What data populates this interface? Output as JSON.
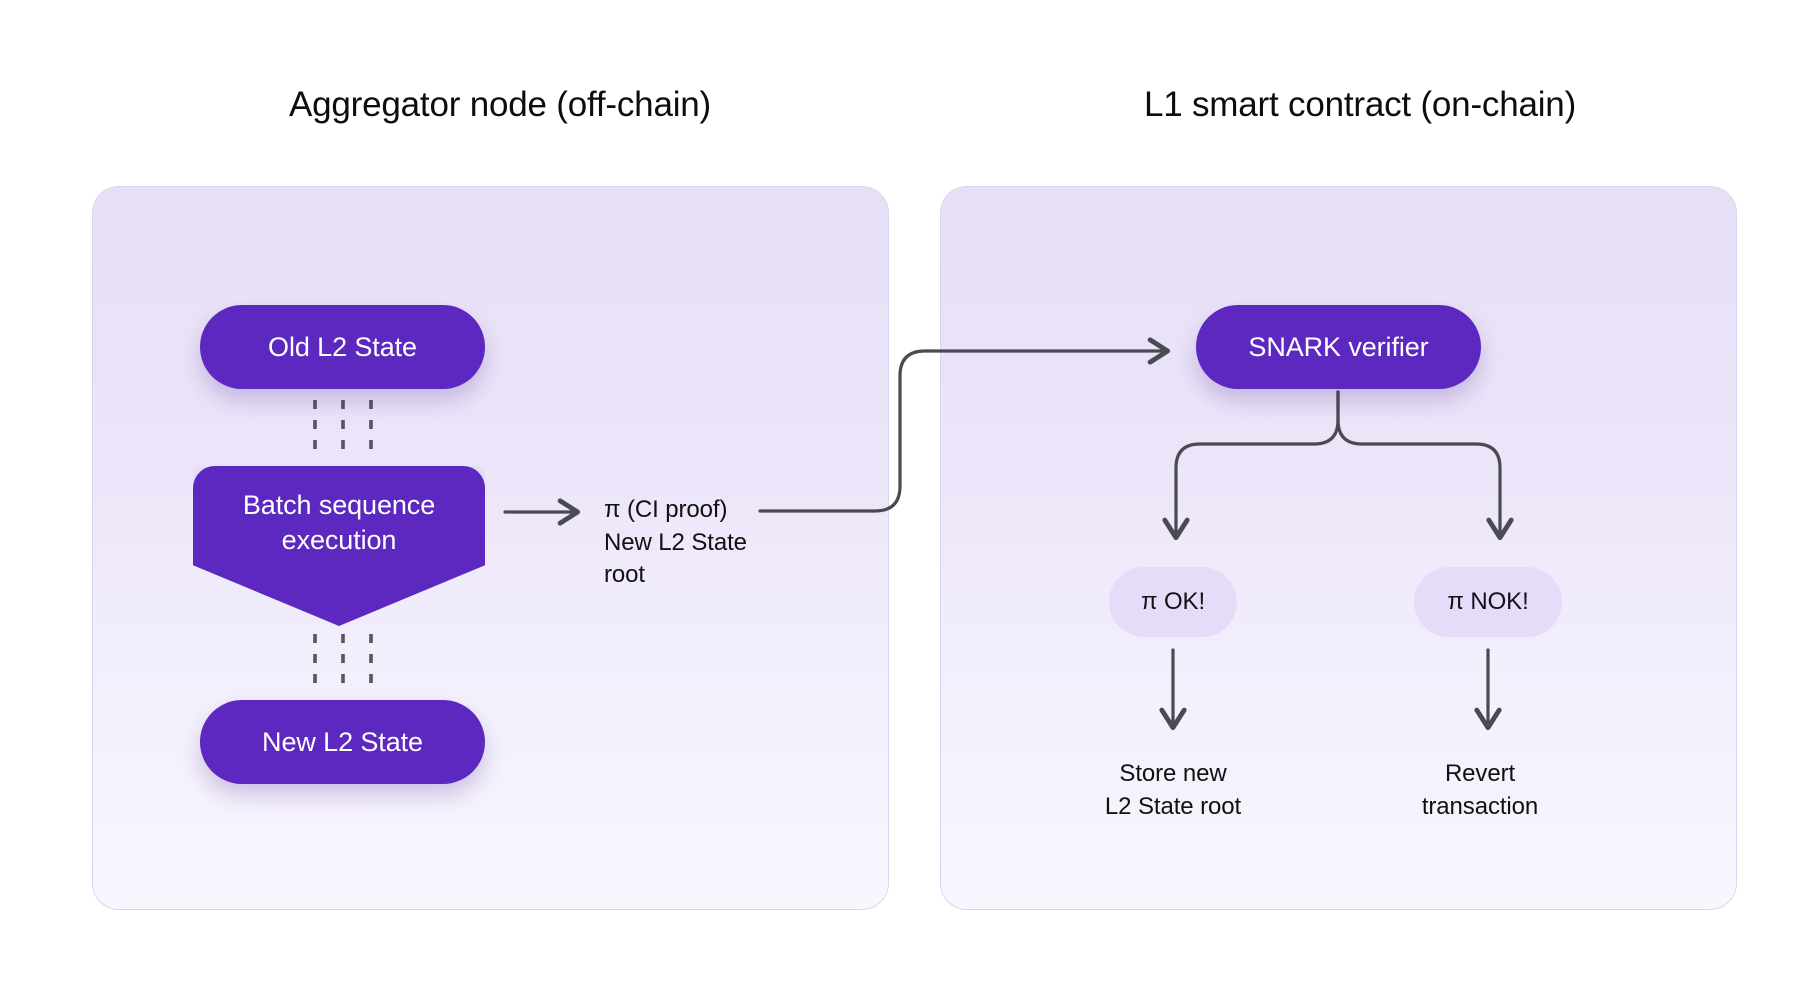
{
  "panels": [
    {
      "id": "aggregator",
      "title": "Aggregator node (off-chain)",
      "nodes": [
        {
          "id": "old-l2-state",
          "label": "Old L2 State",
          "shape": "pill",
          "fill": "#5c28bf",
          "text_color": "#ffffff"
        },
        {
          "id": "batch-sequence-execution",
          "label": "Batch sequence\nexecution",
          "line1": "Batch sequence",
          "line2": "execution",
          "shape": "pentagon-down",
          "fill": "#5c28bf",
          "text_color": "#ffffff"
        },
        {
          "id": "new-l2-state",
          "label": "New L2 State",
          "shape": "pill",
          "fill": "#5c28bf",
          "text_color": "#ffffff"
        }
      ],
      "annotations": [
        {
          "id": "proof-output",
          "line1": "π (CI proof)",
          "line2": "New L2 State",
          "line3": "root"
        }
      ]
    },
    {
      "id": "l1-contract",
      "title": "L1 smart contract (on-chain)",
      "nodes": [
        {
          "id": "snark-verifier",
          "label": "SNARK verifier",
          "shape": "pill",
          "fill": "#5c28bf",
          "text_color": "#ffffff"
        },
        {
          "id": "proof-ok",
          "label": "π OK!",
          "shape": "pill",
          "fill": "#e6dcfa",
          "text_color": "#121212"
        },
        {
          "id": "proof-nok",
          "label": "π NOK!",
          "shape": "pill",
          "fill": "#e6dcfa",
          "text_color": "#121212"
        }
      ],
      "annotations": [
        {
          "id": "store-result",
          "line1": "Store new",
          "line2": "L2 State root"
        },
        {
          "id": "revert-result",
          "line1": "Revert",
          "line2": "transaction"
        }
      ]
    }
  ],
  "connectors": [
    {
      "id": "old-to-batch",
      "style": "dashed-triple",
      "from": "old-l2-state",
      "to": "batch-sequence-execution"
    },
    {
      "id": "batch-to-new",
      "style": "dashed-triple",
      "from": "batch-sequence-execution",
      "to": "new-l2-state"
    },
    {
      "id": "batch-to-proof",
      "style": "arrow-right",
      "from": "batch-sequence-execution",
      "to": "proof-output"
    },
    {
      "id": "proof-to-snark",
      "style": "s-curve-arrow",
      "from": "proof-output",
      "to": "snark-verifier"
    },
    {
      "id": "snark-to-ok",
      "style": "branch-arrow-down",
      "from": "snark-verifier",
      "to": "proof-ok"
    },
    {
      "id": "snark-to-nok",
      "style": "branch-arrow-down",
      "from": "snark-verifier",
      "to": "proof-nok"
    },
    {
      "id": "ok-to-store",
      "style": "arrow-down",
      "from": "proof-ok",
      "to": "store-result"
    },
    {
      "id": "nok-to-revert",
      "style": "arrow-down",
      "from": "proof-nok",
      "to": "revert-result"
    }
  ],
  "colors": {
    "background": "#ffffff",
    "panel_top": "#e7dff6",
    "panel_bottom": "#f8f6fe",
    "node_purple": "#5c28bf",
    "badge_lavender": "#e6dcfa",
    "connector": "#4a4a52",
    "title_text": "#0d0d0d"
  }
}
